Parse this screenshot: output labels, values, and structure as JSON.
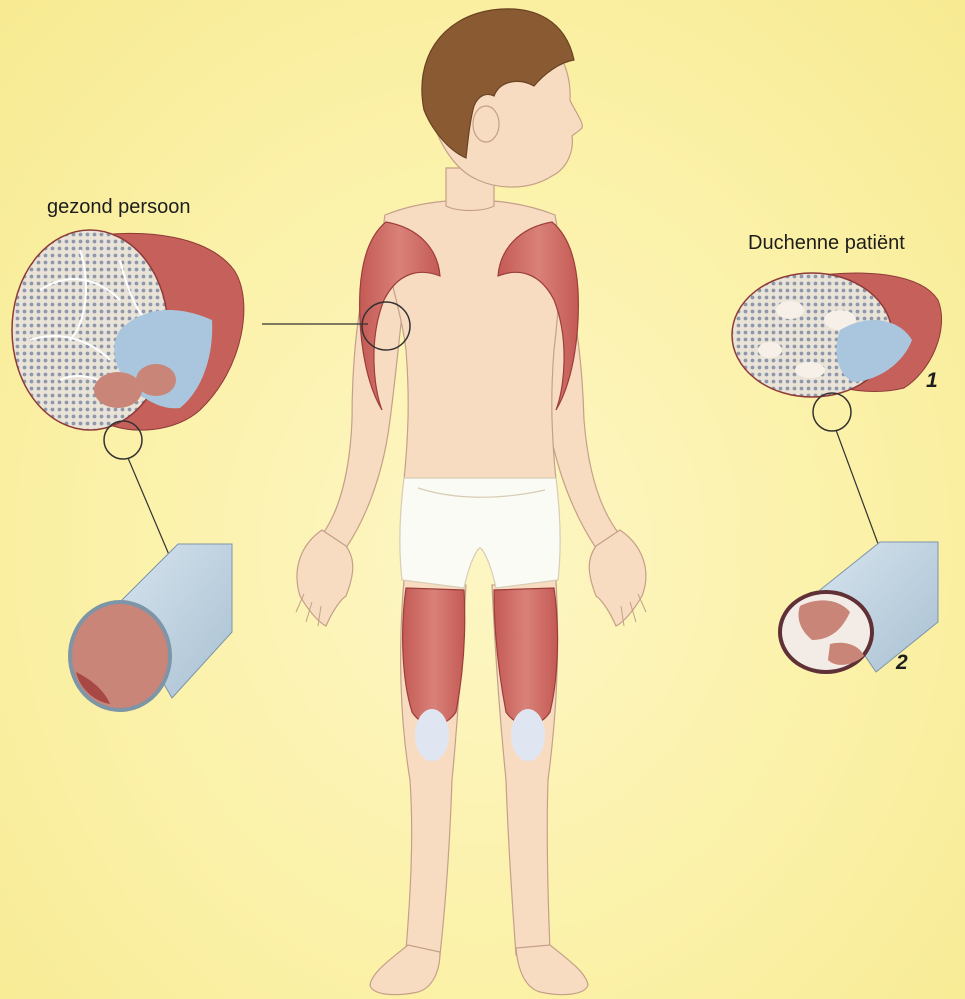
{
  "labels": {
    "healthy": "gezond persoon",
    "patient": "Duchenne patiënt",
    "marker_1": "1",
    "marker_2": "2"
  },
  "colors": {
    "background": "#fbf1a8",
    "skin": "#f8dcc2",
    "muscle": "#c9605a",
    "hair": "#8a5a33",
    "fascia": "#a9c6de",
    "fiber_healthy": "#c98578",
    "fiber_damaged": "#f3ece6"
  }
}
